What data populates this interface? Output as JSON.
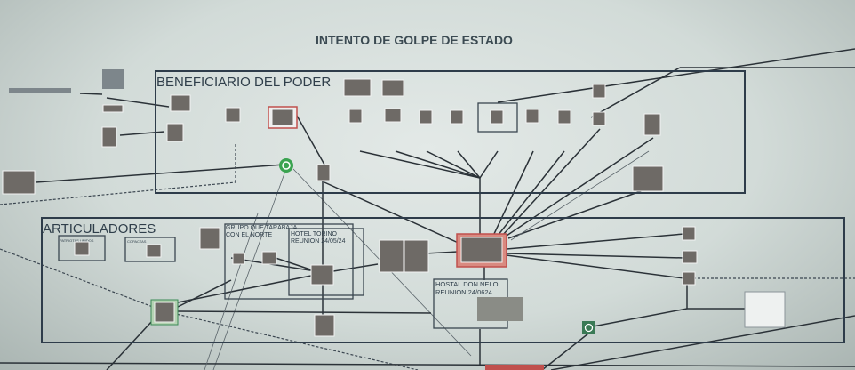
{
  "title": "INTENTO DE GOLPE DE ESTADO",
  "sections": {
    "beneficiario": "BENEFICIARIO DEL PODER",
    "articuladores": "ARTICULADORES"
  },
  "groups": {
    "patriotas": "PATRIOTAS UNIDOS",
    "copactas": "COPACTAS",
    "grupo_norte_1": "GRUPO QUE TARABAJA",
    "grupo_norte_2": "CON EL NORTE",
    "hotel_1": "HOTEL TORINO",
    "hotel_2": "REUNION 24/05/24",
    "hostal_1": "HOSTAL DON NELO",
    "hostal_2": "REUNION 24/0624"
  },
  "colors": {
    "box_border": "#2e3c4a",
    "highlight": "#c0504d",
    "whatsapp": "#3aa350"
  },
  "icons": [
    "whatsapp-icon",
    "whatsapp-icon",
    "person-photo"
  ]
}
